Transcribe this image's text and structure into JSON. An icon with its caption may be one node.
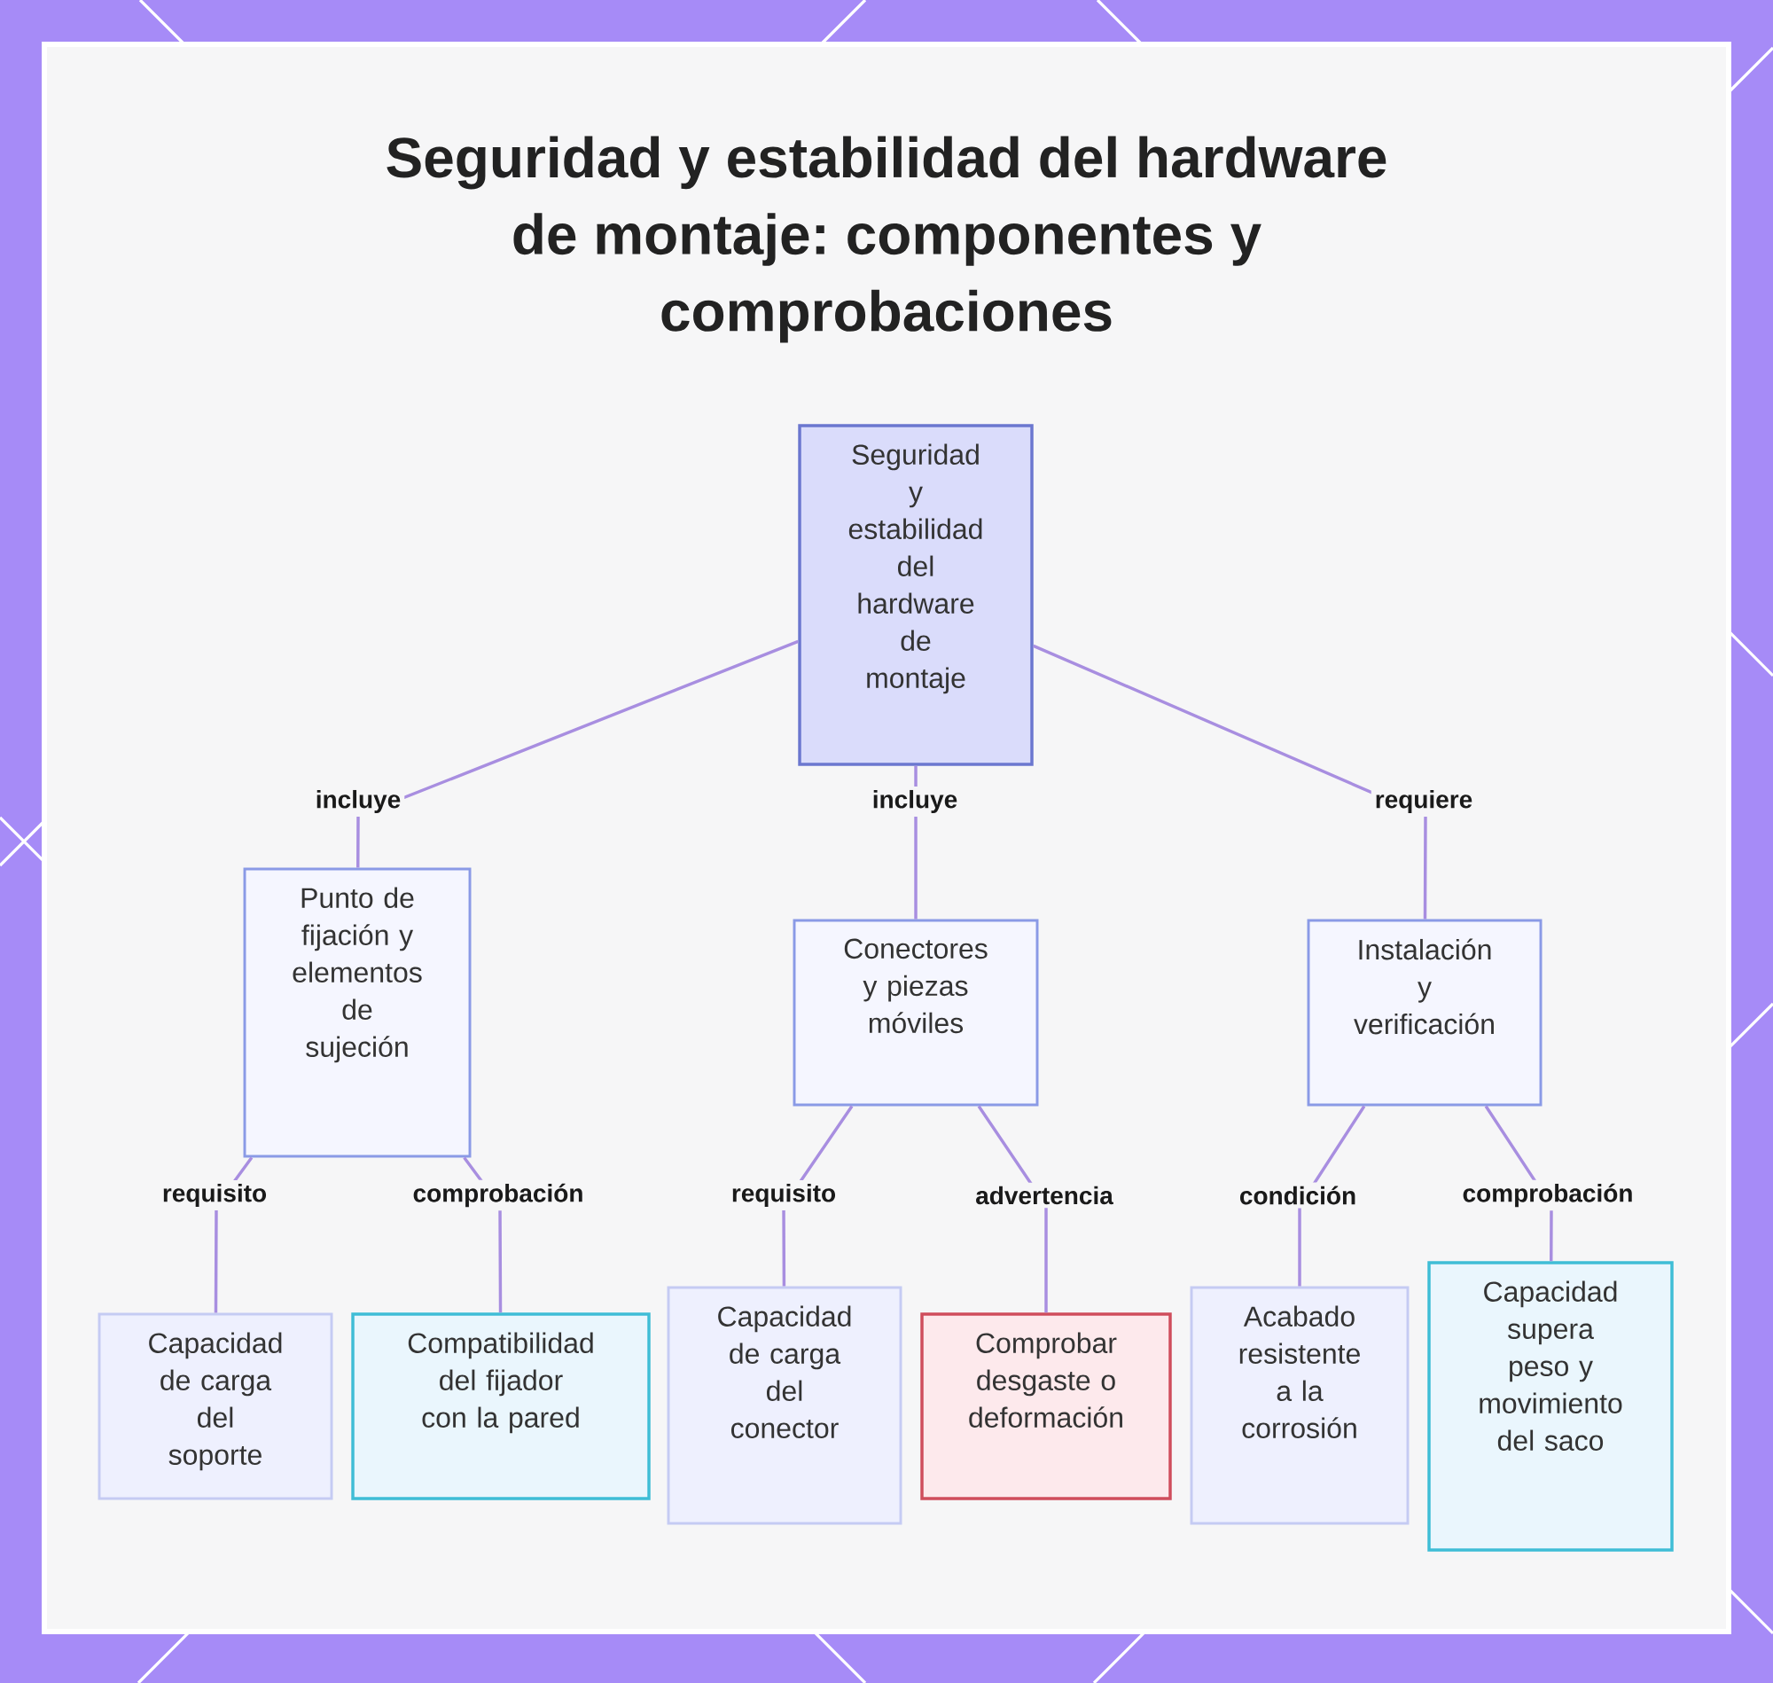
{
  "diagram": {
    "title": "Seguridad y estabilidad del hardware de montaje: componentes y comprobaciones",
    "nodes": [
      {
        "text": [
          "Seguridad y estabilidad del hardware de montaje"
        ]
      },
      {
        "text": [
          "Punto de fijación y elementos de sujeción"
        ]
      },
      {
        "text": [
          "Conectores y piezas móviles"
        ]
      },
      {
        "text": [
          "Instalación y verificación"
        ]
      },
      {
        "text": [
          "Capacidad de carga del soporte"
        ]
      },
      {
        "text": [
          "Compatibilidad del fijador con la pared"
        ]
      },
      {
        "text": [
          "Capacidad de carga del conector"
        ]
      },
      {
        "text": [
          "Comprobar desgaste o deformación"
        ]
      },
      {
        "text": [
          "Acabado resistente a la corrosión"
        ]
      },
      {
        "text": [
          "Capacidad supera peso y movimiento del saco"
        ]
      }
    ],
    "edges": [
      {
        "from": 0,
        "to": 1,
        "arrow": "none",
        "label": "incluye"
      },
      {
        "from": 0,
        "to": 2,
        "arrow": "none",
        "label": "incluye"
      },
      {
        "from": 0,
        "to": 3,
        "arrow": "none",
        "label": "requiere"
      },
      {
        "from": 1,
        "to": 4,
        "arrow": "none",
        "label": "requisito"
      },
      {
        "from": 1,
        "to": 5,
        "arrow": "none",
        "label": "comprobación"
      },
      {
        "from": 2,
        "to": 6,
        "arrow": "none",
        "label": "requisito"
      },
      {
        "from": 2,
        "to": 7,
        "arrow": "none",
        "label": "advertencia"
      },
      {
        "from": 3,
        "to": 8,
        "arrow": "none",
        "label": "condición"
      },
      {
        "from": 3,
        "to": 9,
        "arrow": "none",
        "label": "comprobación"
      }
    ]
  }
}
